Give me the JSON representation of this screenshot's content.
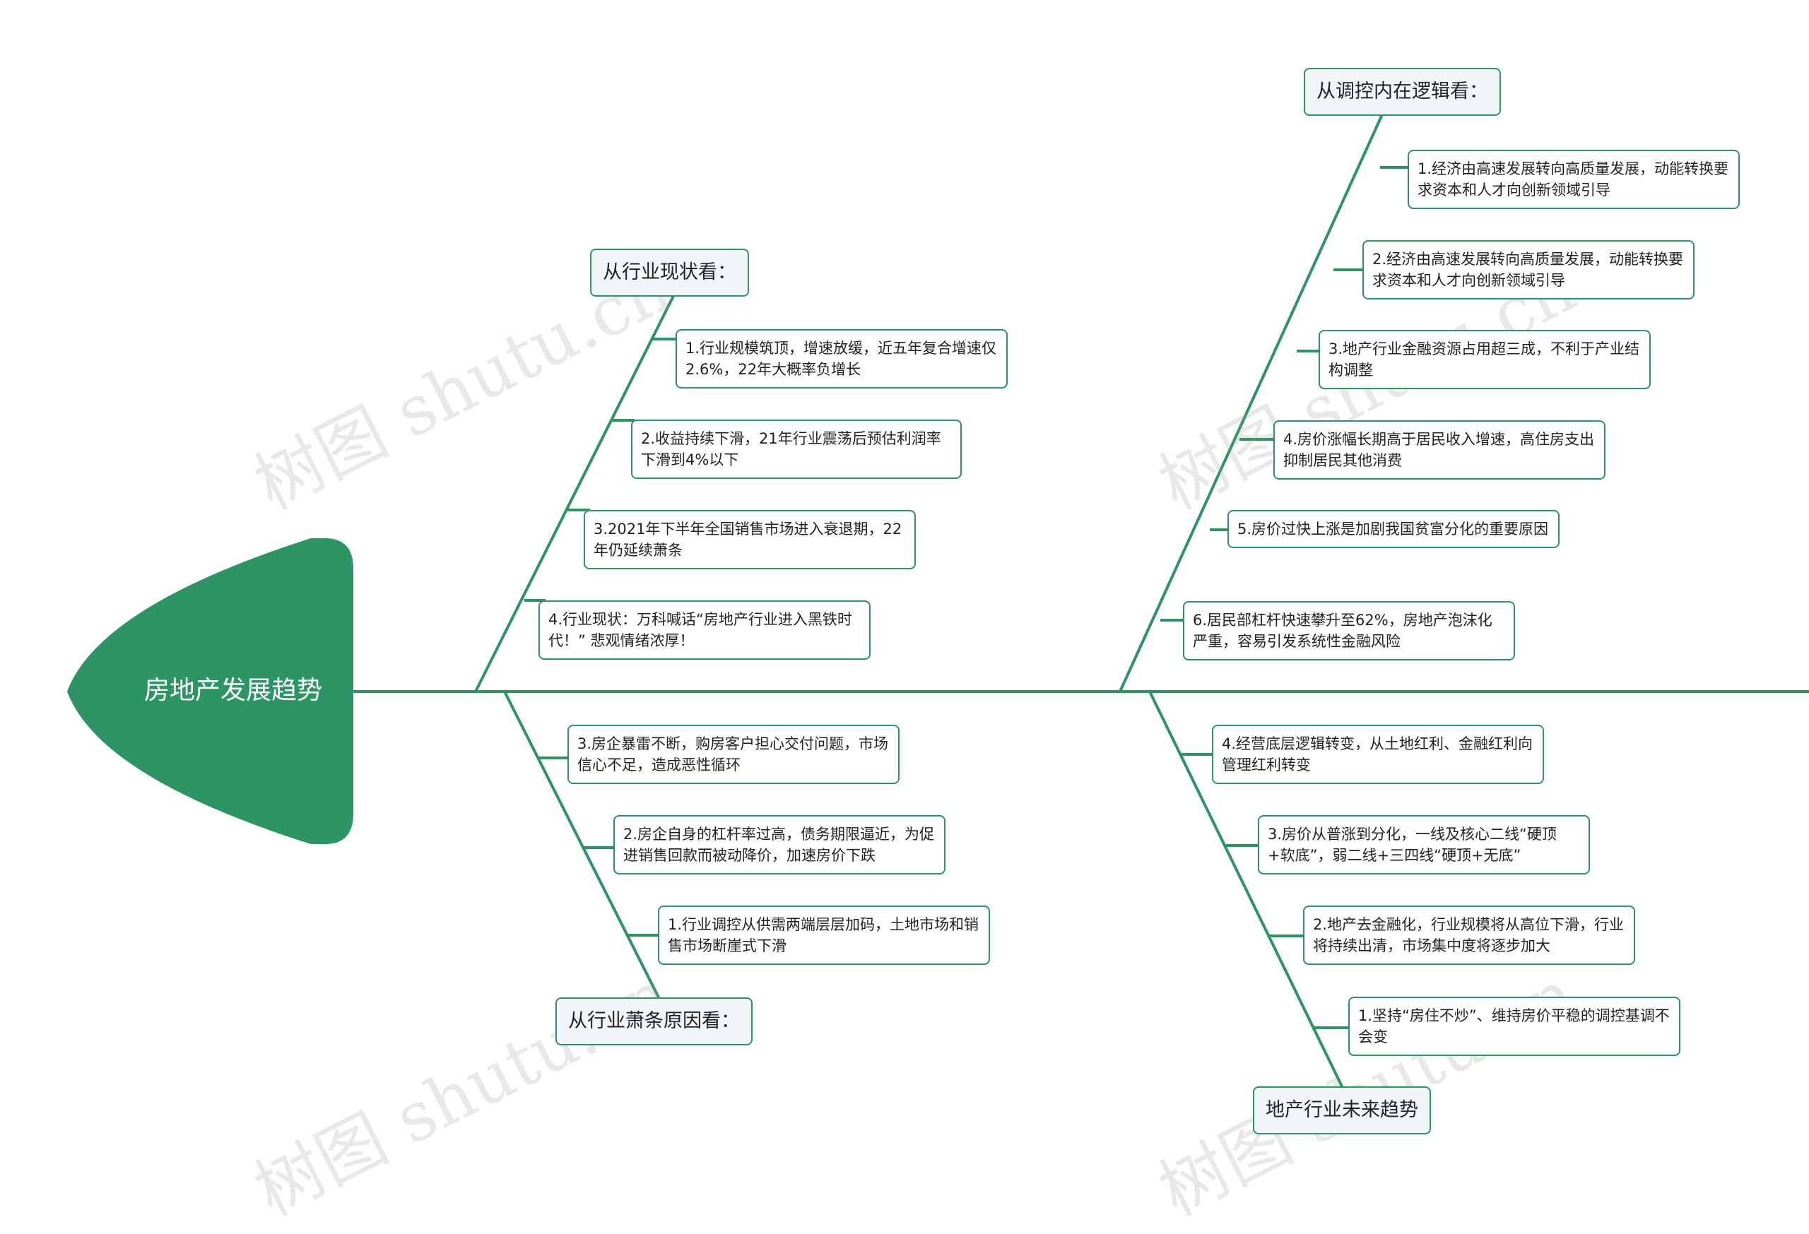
{
  "root": {
    "title": "房地产发展趋势"
  },
  "colors": {
    "accent": "#2d9463",
    "group_bg": "#f1f5f7",
    "line": "#2d9463"
  },
  "watermark": "树图 shutu.cn",
  "branches": {
    "current": {
      "title": "从行业现状看：",
      "items": [
        "1.行业规模筑顶，增速放缓，近五年复合增速仅2.6%，22年大概率负增长",
        "2.收益持续下滑，21年行业震荡后预估利润率下滑到4%以下",
        "3.2021年下半年全国销售市场进入衰退期，22年仍延续萧条",
        "4.行业现状：万科喊话“房地产行业进入黑铁时代！” 悲观情绪浓厚！"
      ]
    },
    "causes": {
      "title": "从行业萧条原因看：",
      "items": [
        "3.房企暴雷不断，购房客户担心交付问题，市场信心不足，造成恶性循环",
        "2.房企自身的杠杆率过高，债务期限逼近，为促进销售回款而被动降价，加速房价下跌",
        "1.行业调控从供需两端层层加码，土地市场和销售市场断崖式下滑"
      ]
    },
    "logic": {
      "title": "从调控内在逻辑看：",
      "items": [
        "1.经济由高速发展转向高质量发展，动能转换要求资本和人才向创新领域引导",
        "2.经济由高速发展转向高质量发展，动能转换要求资本和人才向创新领域引导",
        "3.地产行业金融资源占用超三成，不利于产业结构调整",
        "4.房价涨幅长期高于居民收入增速，高住房支出抑制居民其他消费",
        "5.房价过快上涨是加剧我国贫富分化的重要原因",
        "6.居民部杠杆快速攀升至62%，房地产泡沫化严重，容易引发系统性金融风险"
      ]
    },
    "future": {
      "title": "地产行业未来趋势",
      "items": [
        "4.经营底层逻辑转变，从土地红利、金融红利向管理红利转变",
        "3.房价从普涨到分化，一线及核心二线“硬顶+软底”，弱二线+三四线“硬顶+无底”",
        "2.地产去金融化，行业规模将从高位下滑，行业将持续出清，市场集中度将逐步加大",
        "1.坚持“房住不炒”、维持房价平稳的调控基调不会变"
      ]
    }
  }
}
